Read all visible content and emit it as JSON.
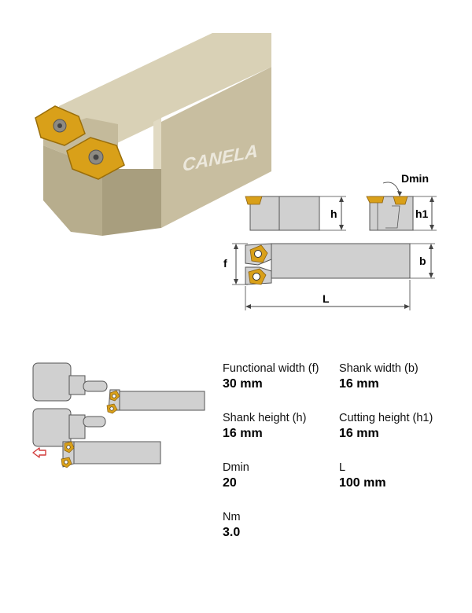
{
  "product": {
    "brand": "CANELA"
  },
  "diagram_labels": {
    "dmin": "Dmin",
    "h": "h",
    "h1": "h1",
    "f": "f",
    "b": "b",
    "L": "L"
  },
  "specs": [
    {
      "label": "Functional width (f)",
      "value": "30 mm"
    },
    {
      "label": "Shank width (b)",
      "value": "16 mm"
    },
    {
      "label": "Shank height (h)",
      "value": "16 mm"
    },
    {
      "label": "Cutting height (h1)",
      "value": "16 mm"
    },
    {
      "label": "Dmin",
      "value": "20"
    },
    {
      "label": "L",
      "value": "100 mm"
    },
    {
      "label": "Nm",
      "value": "3.0"
    }
  ],
  "colors": {
    "shank": "#cfc6aa",
    "shank_dark": "#b3a987",
    "insert_gold": "#d9a019",
    "diagram_fill": "#d0d0d0",
    "arrow_red": "#d23b3b"
  },
  "icons": {
    "direction_arrow": "arrow-left-icon"
  }
}
